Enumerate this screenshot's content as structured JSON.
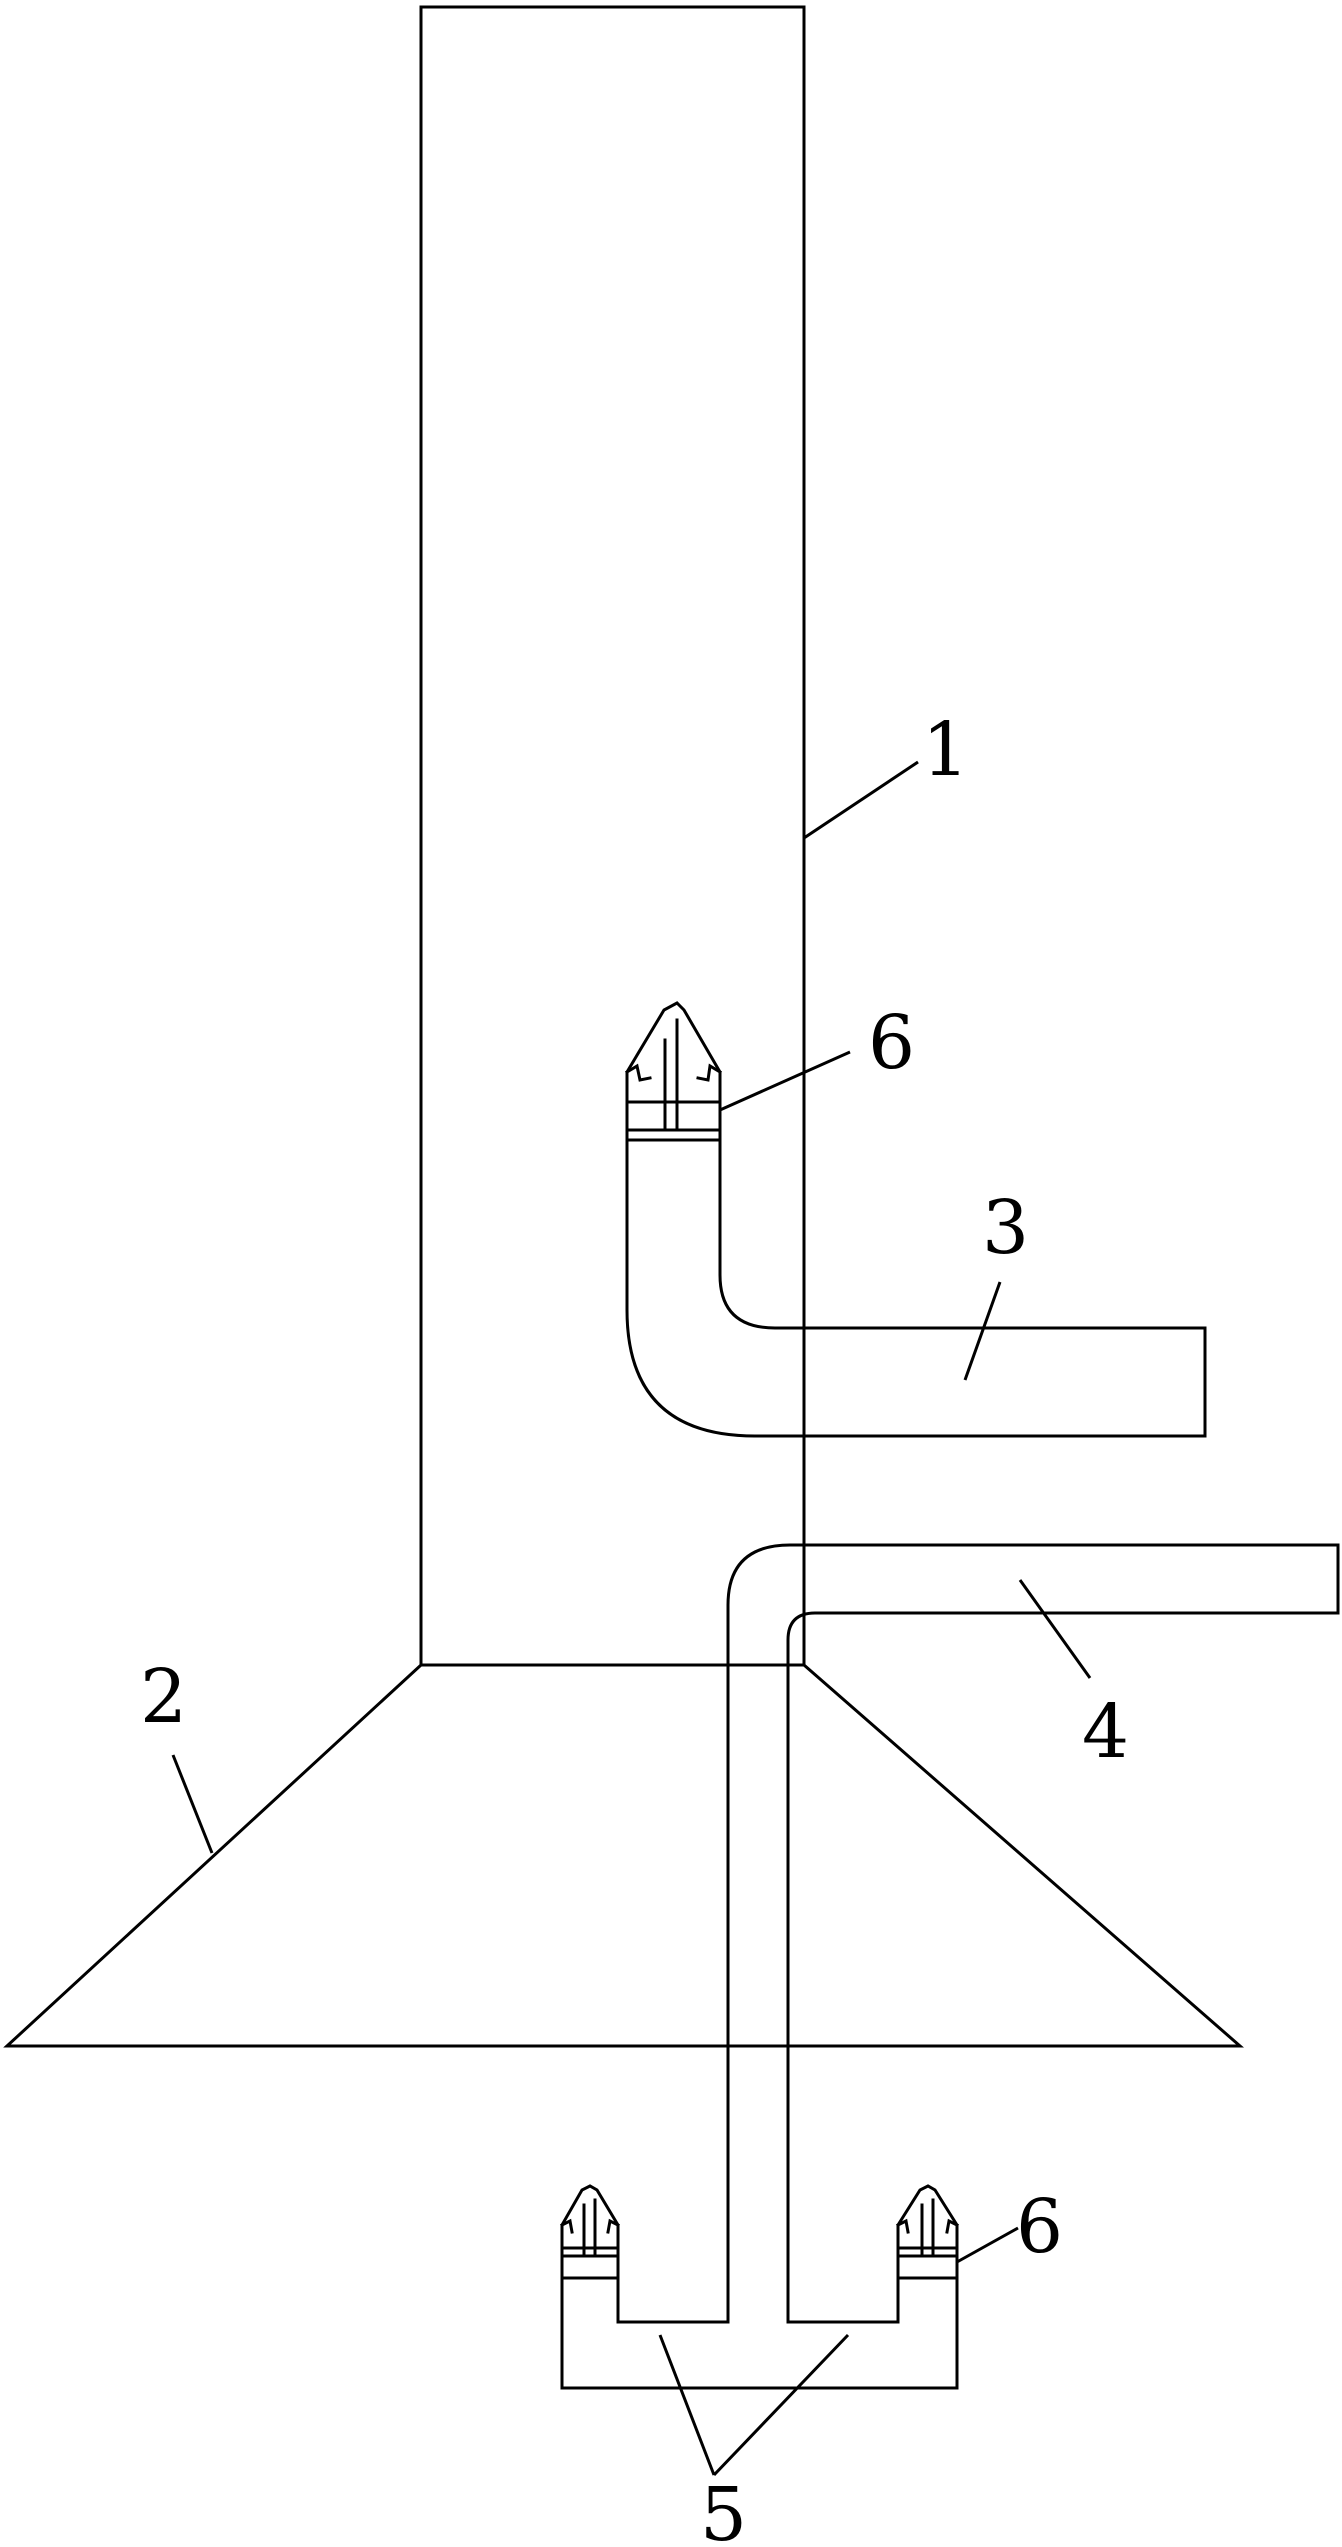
{
  "labels": {
    "l1": "1",
    "l2": "2",
    "l3": "3",
    "l4": "4",
    "l5": "5",
    "l6a": "6",
    "l6b": "6"
  },
  "colors": {
    "line": "#000000",
    "background": "#ffffff"
  }
}
